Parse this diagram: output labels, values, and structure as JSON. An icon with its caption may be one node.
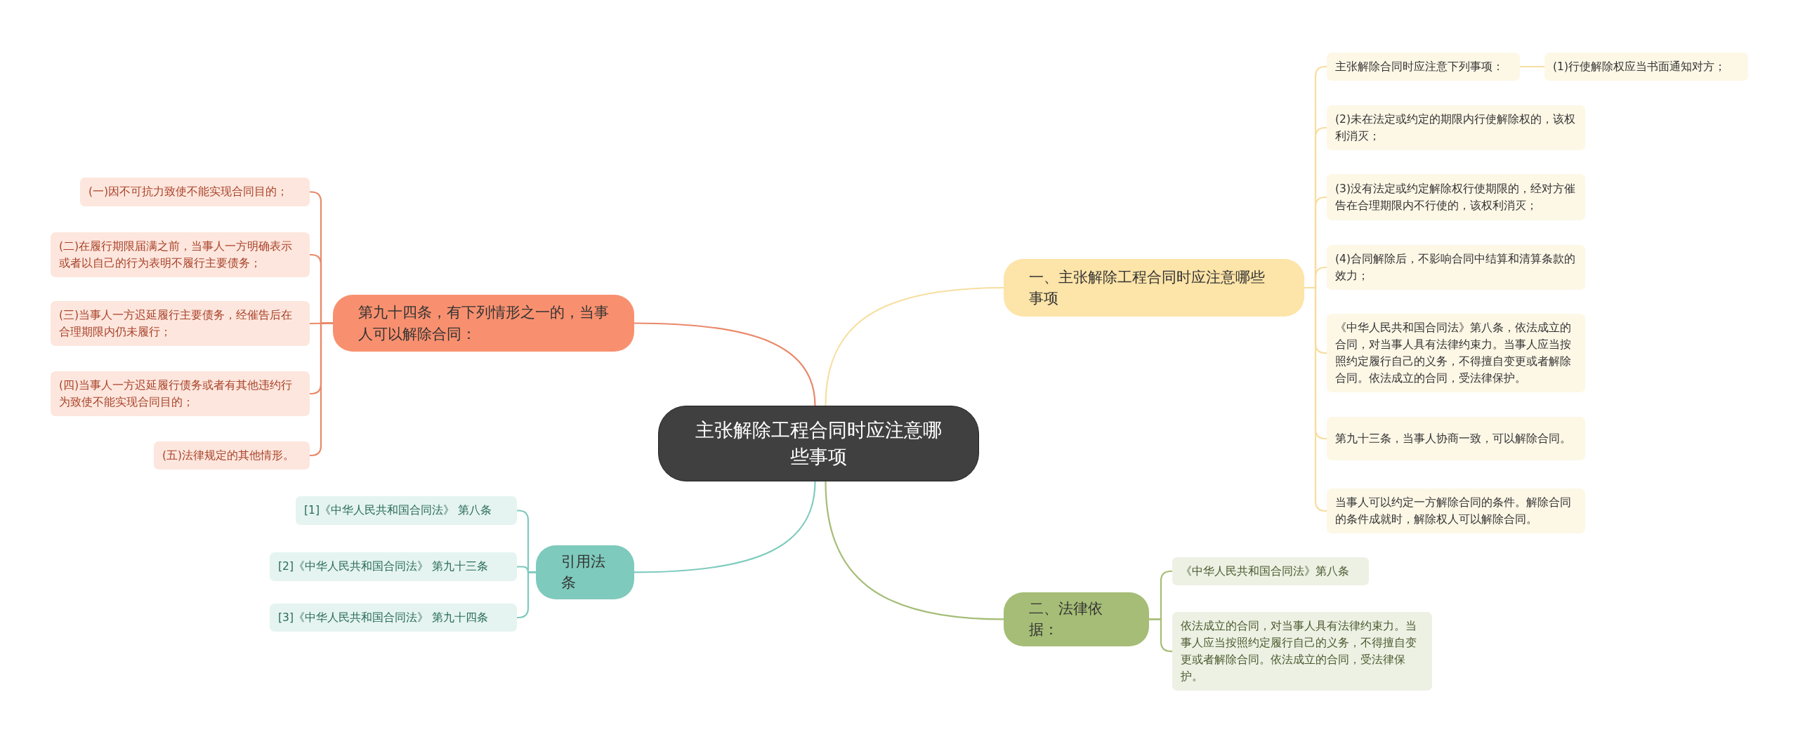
{
  "diagram": {
    "nodes": [
      {
        "text": [
          "主张解除工程合同时应注意哪些事项"
        ]
      },
      {
        "text": [
          "一、主张解除工程合同时应注意哪些事项"
        ]
      },
      {
        "text": [
          "主张解除合同时应注意下列事项："
        ]
      },
      {
        "text": [
          "(1)行使解除权应当书面通知对方；"
        ]
      },
      {
        "text": [
          "(2)未在法定或约定的期限内行使解除权的，该权利消灭；"
        ]
      },
      {
        "text": [
          "(3)没有法定或约定解除权行使期限的，经对方催告在合理期限内不行使的，该权利消灭；"
        ]
      },
      {
        "text": [
          "(4)合同解除后，不影响合同中结算和清算条款的效力；"
        ]
      },
      {
        "text": [
          "《中华人民共和国合同法》第八条，依法成立的合同，对当事人具有法律约束力。当事人应当按照约定履行自己的义务，不得擅自变更或者解除合同。依法成立的合同，受法律保护。"
        ]
      },
      {
        "text": [
          "第九十三条，当事人协商一致，可以解除合同。"
        ]
      },
      {
        "text": [
          "当事人可以约定一方解除合同的条件。解除合同的条件成就时，解除权人可以解除合同。"
        ]
      },
      {
        "text": [
          "二、法律依据："
        ]
      },
      {
        "text": [
          "《中华人民共和国合同法》第八条"
        ]
      },
      {
        "text": [
          "依法成立的合同，对当事人具有法律约束力。当事人应当按照约定履行自己的义务，不得擅自变更或者解除合同。依法成立的合同，受法律保护。"
        ]
      },
      {
        "text": [
          "第九十四条，有下列情形之一的，当事人可以解除合同："
        ]
      },
      {
        "text": [
          "(一)因不可抗力致使不能实现合同目的；"
        ]
      },
      {
        "text": [
          "(二)在履行期限届满之前，当事人一方明确表示或者以自己的行为表明不履行主要债务；"
        ]
      },
      {
        "text": [
          "(三)当事人一方迟延履行主要债务，经催告后在合理期限内仍未履行；"
        ]
      },
      {
        "text": [
          "(四)当事人一方迟延履行债务或者有其他违约行为致使不能实现合同目的；"
        ]
      },
      {
        "text": [
          "(五)法律规定的其他情形。"
        ]
      },
      {
        "text": [
          "引用法条"
        ]
      },
      {
        "text": [
          "[1]《中华人民共和国合同法》 第八条"
        ]
      },
      {
        "text": [
          "[2]《中华人民共和国合同法》 第九十三条"
        ]
      },
      {
        "text": [
          "[3]《中华人民共和国合同法》 第九十四条"
        ]
      }
    ],
    "edges": [
      {
        "from": 0,
        "to": 1,
        "arrow": "none"
      },
      {
        "from": 1,
        "to": 2,
        "arrow": "none"
      },
      {
        "from": 2,
        "to": 3,
        "arrow": "none"
      },
      {
        "from": 1,
        "to": 4,
        "arrow": "none"
      },
      {
        "from": 1,
        "to": 5,
        "arrow": "none"
      },
      {
        "from": 1,
        "to": 6,
        "arrow": "none"
      },
      {
        "from": 1,
        "to": 7,
        "arrow": "none"
      },
      {
        "from": 1,
        "to": 8,
        "arrow": "none"
      },
      {
        "from": 1,
        "to": 9,
        "arrow": "none"
      },
      {
        "from": 0,
        "to": 10,
        "arrow": "none",
        "color": "#a5bd76"
      },
      {
        "from": 10,
        "to": 11,
        "arrow": "none",
        "color": "#a5bd76"
      },
      {
        "from": 10,
        "to": 12,
        "arrow": "none",
        "color": "#a5bd76"
      },
      {
        "from": 0,
        "to": 13,
        "arrow": "none",
        "color": "#e9896a"
      },
      {
        "from": 13,
        "to": 14,
        "arrow": "none",
        "color": "#e9896a"
      },
      {
        "from": 13,
        "to": 15,
        "arrow": "none",
        "color": "#e9896a"
      },
      {
        "from": 13,
        "to": 16,
        "arrow": "none",
        "color": "#e9896a"
      },
      {
        "from": 13,
        "to": 17,
        "arrow": "none",
        "color": "#e9896a"
      },
      {
        "from": 13,
        "to": 18,
        "arrow": "none",
        "color": "#e9896a"
      },
      {
        "from": 0,
        "to": 19,
        "arrow": "none",
        "color": "#7ecabd"
      },
      {
        "from": 19,
        "to": 20,
        "arrow": "none",
        "color": "#7ecabd"
      },
      {
        "from": 19,
        "to": 21,
        "arrow": "none",
        "color": "#7ecabd"
      },
      {
        "from": 19,
        "to": 22,
        "arrow": "none",
        "color": "#7ecabd"
      }
    ]
  }
}
